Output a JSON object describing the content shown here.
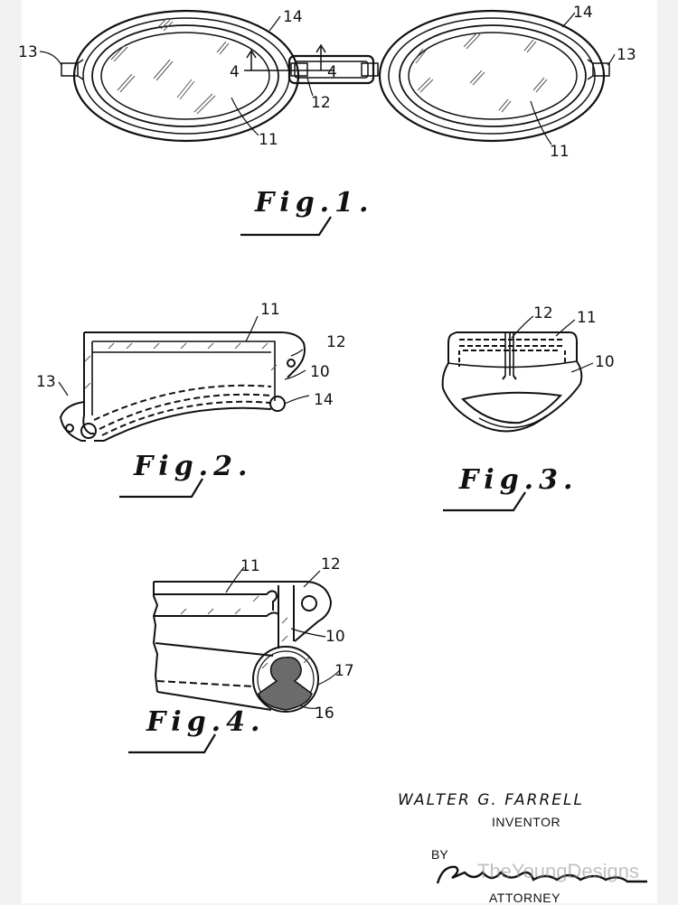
{
  "document": {
    "type": "patent drawing sheet",
    "colors": {
      "ink": "#111111",
      "paper": "#ffffff",
      "border": "#f2f2f2",
      "watermark": "#8c8c8c"
    }
  },
  "figures": [
    {
      "id": "fig1",
      "caption": "Fig. 1.",
      "description": "Front view of swimming goggles: two oval lenses in frames joined by a bridge",
      "reference_labels": [
        "13",
        "14",
        "4",
        "4",
        "12",
        "11",
        "14",
        "13",
        "11"
      ]
    },
    {
      "id": "fig2",
      "caption": "Fig. 2.",
      "description": "Sectional view of a single eye-cup",
      "reference_labels": [
        "11",
        "12",
        "10",
        "13",
        "14"
      ]
    },
    {
      "id": "fig3",
      "caption": "Fig. 3.",
      "description": "Side/end view of eye-cup",
      "reference_labels": [
        "12",
        "11",
        "10"
      ]
    },
    {
      "id": "fig4",
      "caption": "Fig. 4.",
      "description": "Enlarged section on line 4-4 of Fig. 1",
      "reference_labels": [
        "11",
        "12",
        "10",
        "17",
        "16"
      ]
    }
  ],
  "labels": {
    "fig1": {
      "l13": "13",
      "l14a": "14",
      "l4a": "4",
      "l4b": "4",
      "l12": "12",
      "l11a": "11",
      "l14b": "14",
      "l13b": "13",
      "l11b": "11"
    },
    "fig2": {
      "l11": "11",
      "l12": "12",
      "l10": "10",
      "l13": "13",
      "l14": "14"
    },
    "fig3": {
      "l12": "12",
      "l11": "11",
      "l10": "10"
    },
    "fig4": {
      "l11": "11",
      "l12": "12",
      "l10": "10",
      "l17": "17",
      "l16": "16"
    }
  },
  "captions": {
    "fig1": "Fig.1.",
    "fig2": "Fig.2.",
    "fig3": "Fig.3.",
    "fig4": "Fig.4."
  },
  "signature_block": {
    "inventor_name": "WALTER G. FARRELL",
    "inventor_role": "INVENTOR",
    "by": "BY",
    "attorney_role": "ATTORNEY",
    "watermark": "TheYoungDesigns"
  }
}
